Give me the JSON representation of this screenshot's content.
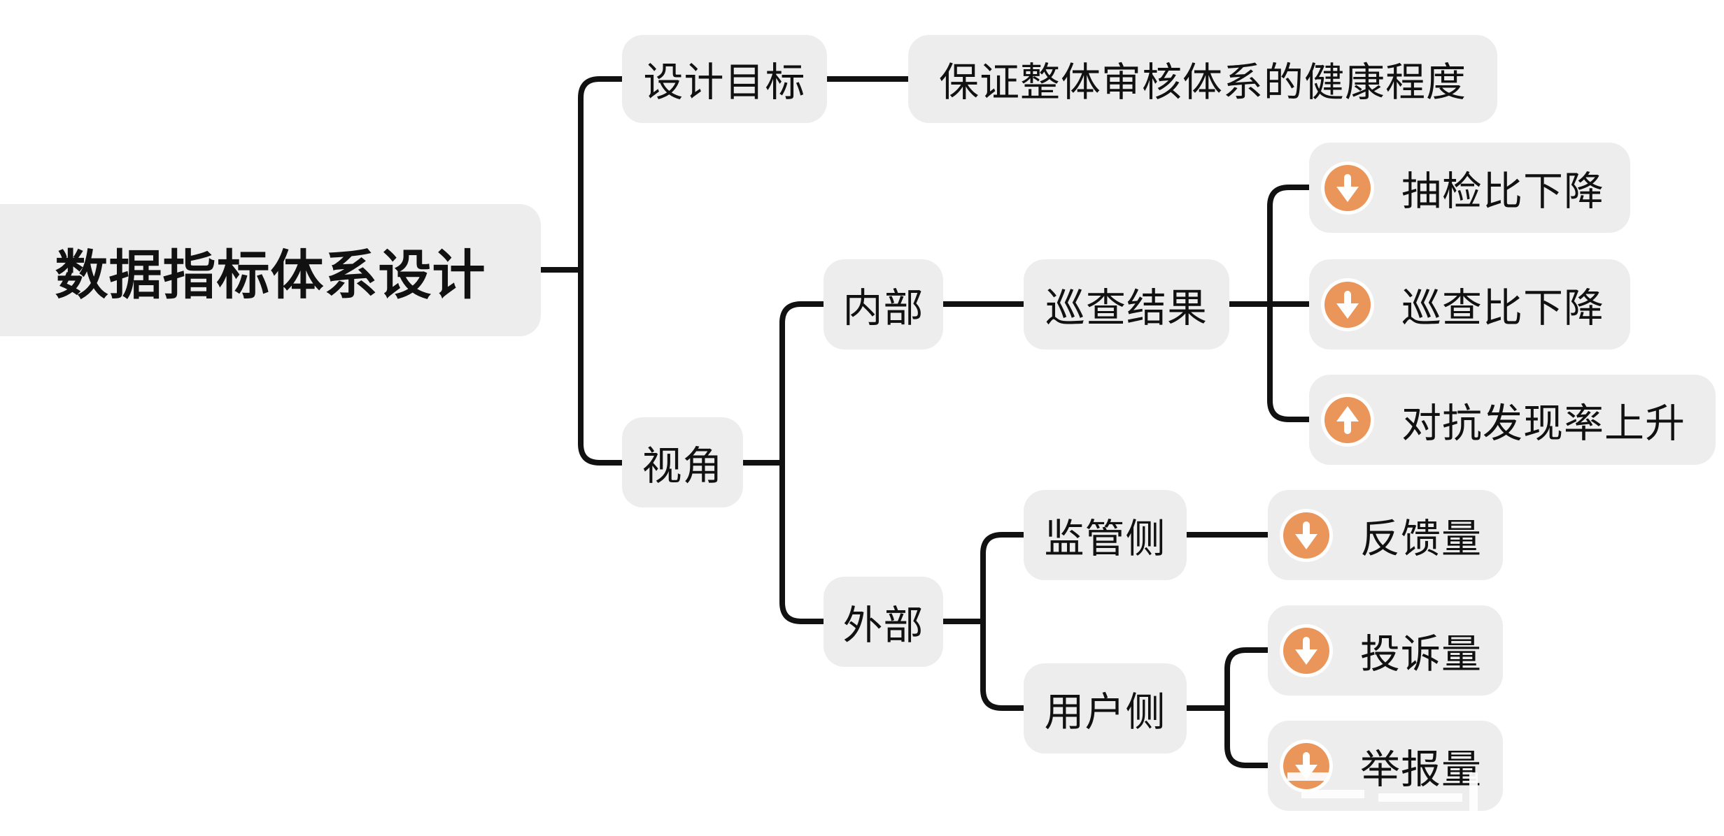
{
  "diagram": {
    "type": "mind-map",
    "root": "数据指标体系设计",
    "branches": {
      "goal": {
        "label": "设计目标",
        "child": "保证整体审核体系的健康程度"
      },
      "perspective": {
        "label": "视角",
        "internal": {
          "label": "内部",
          "patrol_results": {
            "label": "巡查结果",
            "metrics": [
              {
                "label": "抽检比下降",
                "trend": "down",
                "icon": "arrow-down-icon"
              },
              {
                "label": "巡查比下降",
                "trend": "down",
                "icon": "arrow-down-icon"
              },
              {
                "label": "对抗发现率上升",
                "trend": "up",
                "icon": "arrow-up-icon"
              }
            ]
          }
        },
        "external": {
          "label": "外部",
          "regulator_side": {
            "label": "监管侧",
            "metrics": [
              {
                "label": "反馈量",
                "trend": "down",
                "icon": "arrow-down-icon"
              }
            ]
          },
          "user_side": {
            "label": "用户侧",
            "metrics": [
              {
                "label": "投诉量",
                "trend": "down",
                "icon": "arrow-down-icon"
              },
              {
                "label": "举报量",
                "trend": "down",
                "icon": "arrow-down-icon"
              }
            ]
          }
        }
      }
    },
    "colors": {
      "node_bg": "#ededed",
      "connector": "#111111",
      "trend_icon": "#ea9559"
    }
  }
}
